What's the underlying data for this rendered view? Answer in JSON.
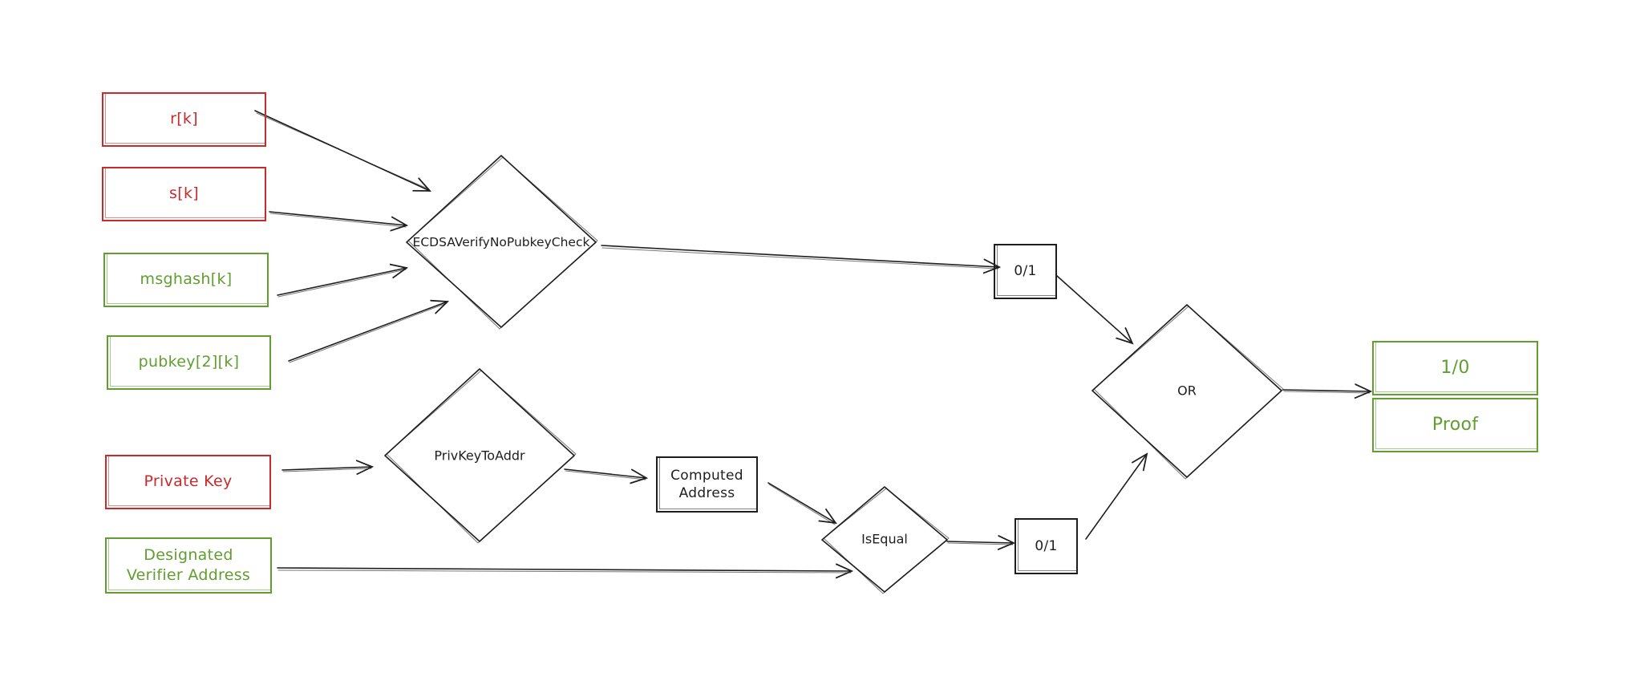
{
  "inputs": {
    "r": "r[k]",
    "s": "s[k]",
    "msghash": "msghash[k]",
    "pubkey": "pubkey[2][k]",
    "private_key": "Private Key",
    "designated_verifier_line1": "Designated",
    "designated_verifier_line2": "Verifier Address"
  },
  "nodes": {
    "ecdsa": "ECDSAVerifyNoPubkeyCheck",
    "privkeytoaddr": "PrivKeyToAddr",
    "computed_address_line1": "Computed",
    "computed_address_line2": "Address",
    "isequal": "IsEqual",
    "ecdsa_result": "0/1",
    "isequal_result": "0/1",
    "or": "OR"
  },
  "outputs": {
    "result": "1/0",
    "proof": "Proof"
  },
  "colors": {
    "private_input": "#c92a2a",
    "public_input": "#5f9e2f",
    "stroke": "#1e1e1e",
    "background": "#ffffff"
  }
}
